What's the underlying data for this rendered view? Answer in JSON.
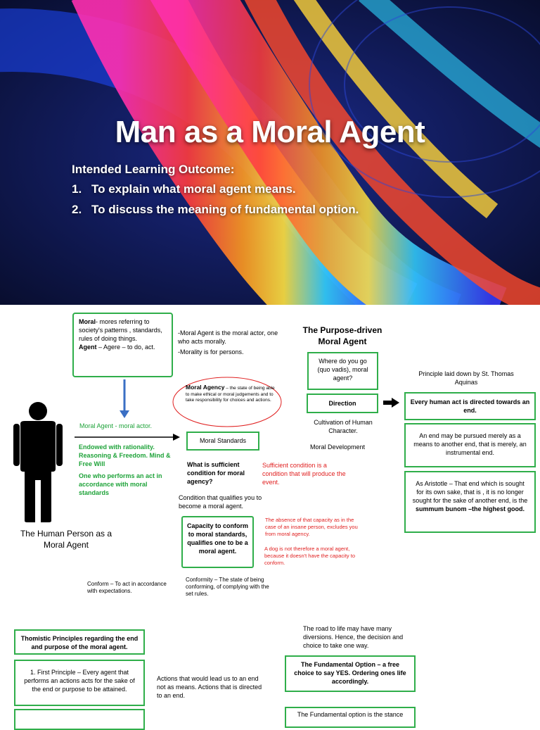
{
  "slide1": {
    "title": "Man as a Moral Agent",
    "ilo_heading": "Intended Learning Outcome:",
    "outcomes": [
      {
        "num": "1.",
        "text": "To explain what moral agent means."
      },
      {
        "num": "2.",
        "text": "To discuss the meaning of fundamental option."
      }
    ]
  },
  "slide2": {
    "moral_box": {
      "moral_term": "Moral",
      "moral_def": "- mores referring to society's patterns , standards, rules of doing things.",
      "agent_term": "Agent",
      "agent_def": " – Agere – to do, act."
    },
    "moral_agent_note": "-Moral Agent is the moral actor, one who acts morally.",
    "morality_note": "-Morality is for persons.",
    "moral_agency_term": "Moral Agency",
    "moral_agency_def": " – the state of being able to make ethical or moral judgements and to take responsibility for choices and actions.",
    "moral_agent_actor": "Moral Agent - moral actor.",
    "endowed": "Endowed with rationality. Reasoning & Freedom. Mind & Free Will",
    "one_who": "One who performs an act in accordance with moral standards",
    "human_person_caption": "The Human Person as a Moral Agent",
    "moral_standards": "Moral Standards",
    "sufficient_question": "What is sufficient condition for moral agency?",
    "sufficient_def": "Sufficient condition is a condition that will produce the event.",
    "condition_qualifies": "Condition that qualifies you to become a moral agent.",
    "capacity_box": "Capacity to conform to moral standards, qualifies one to be a moral agent.",
    "absence_note": "The absence of that capacity  as in the case of an insane person, excludes you from moral agency.",
    "dog_note": "A dog is not therefore a  moral agent, because it doesn't have the capacity to conform.",
    "conform_def": "Conform – To act in accordance with expectations.",
    "conformity_def": "Conformity – The state of being conforming, of complying with the set rules.",
    "purpose_heading": "The Purpose-driven Moral Agent",
    "where_box": "Where do you go (quo vadis), moral agent?",
    "direction_box": "Direction",
    "cultivation": "Cultivation of Human Character.",
    "moral_development": "Moral Development",
    "principle_laid": "Principle laid down by St. Thomas Aquinas",
    "every_human_act": "Every human act is directed towards an end.",
    "end_pursued": "An end may be pursued merely as a means to another end, that is merely, an instrumental end.",
    "aristotle_text": "As Aristotle – That end which is sought for its own sake, that is , it is no longer sought for the sake of another end, is the ",
    "aristotle_bold": "summum bunom –the highest good.",
    "thomistic_heading": "Thomistic Principles regarding the end and purpose of the moral agent.",
    "first_principle": "1. First Principle – Every agent that performs an actions acts for the sake of  the end or purpose to be attained.",
    "actions_lead": "Actions that would lead us to an end not as means. Actions that is directed to an end.",
    "road_to_life": "The road to life may have many diversions. Hence, the decision and choice to take one way.",
    "fundamental_option": "The Fundamental Option – a free choice to say YES. Ordering ones life accordingly.",
    "fundamental_stance": "The Fundamental option is the stance"
  },
  "colors": {
    "green": "#2fae4a",
    "red": "#e02020",
    "arrow_blue": "#3a6fc4"
  }
}
